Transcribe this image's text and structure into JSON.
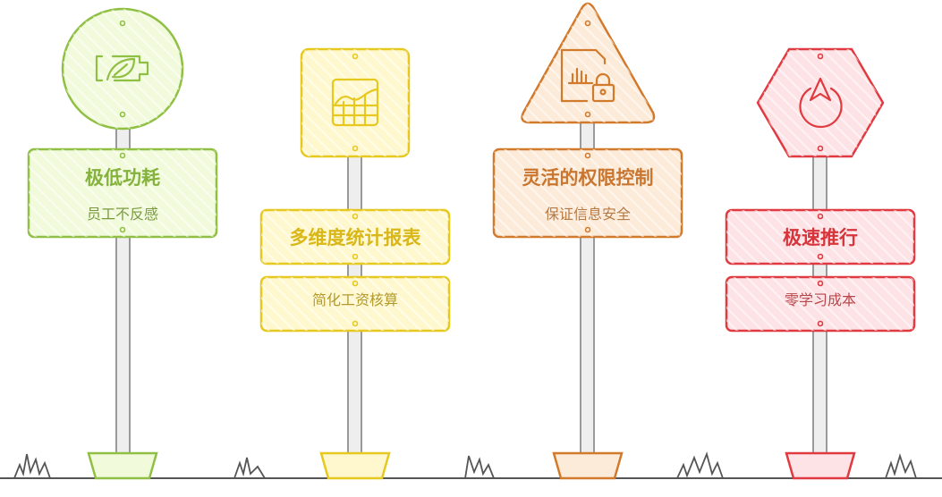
{
  "colors": {
    "green": {
      "stroke": "#8fc043",
      "fill": "#f1fbdc",
      "text": "#84b23c",
      "sub": "#7a9a3e"
    },
    "yellow": {
      "stroke": "#e6c81e",
      "fill": "#fff8cf",
      "text": "#d9b719",
      "sub": "#b39a2c"
    },
    "orange": {
      "stroke": "#d27a2c",
      "fill": "#fdebd9",
      "text": "#c97630",
      "sub": "#b57a45"
    },
    "red": {
      "stroke": "#e03a40",
      "fill": "#fde3e6",
      "text": "#d8343b",
      "sub": "#b8474c"
    }
  },
  "signs": [
    {
      "icon": "eco-battery-icon",
      "title": "极低功耗",
      "subtitle": "员工不反感"
    },
    {
      "icon": "chart-table-icon",
      "title": "多维度统计报表",
      "subtitle": "简化工资核算"
    },
    {
      "icon": "locked-report-icon",
      "title": "灵活的权限控制",
      "subtitle": "保证信息安全"
    },
    {
      "icon": "navigation-power-icon",
      "title": "极速推行",
      "subtitle": "零学习成本"
    }
  ]
}
